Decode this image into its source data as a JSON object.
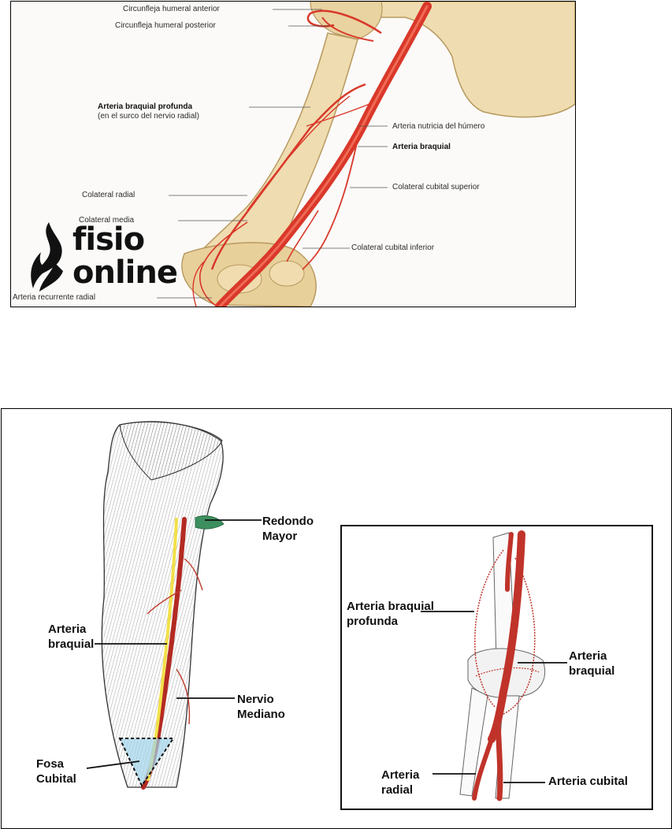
{
  "top_figure": {
    "labels": {
      "circunfleja_anterior": "Circunfleja humeral anterior",
      "circunfleja_posterior": "Circunfleja humeral posterior",
      "braquial_profunda": "Arteria braquial profunda",
      "braquial_profunda_sub": "(en el surco del nervio radial)",
      "nutricia": "Arteria nutricia del húmero",
      "braquial": "Arteria braquial",
      "colateral_radial": "Colateral radial",
      "colateral_cubital_superior": "Colateral cubital superior",
      "colateral_media": "Colateral media",
      "colateral_cubital_inferior": "Colateral cubital inferior",
      "recurrente_radial": "Arteria recurrente radial"
    },
    "logo": {
      "line1": "fisio",
      "line2": "online"
    }
  },
  "bottom_figure": {
    "labels": {
      "redondo_mayor_1": "Redondo",
      "redondo_mayor_2": "Mayor",
      "arteria_braquial_1": "Arteria",
      "arteria_braquial_2": "braquial",
      "nervio_mediano_1": "Nervio",
      "nervio_mediano_2": "Mediano",
      "fosa_cubital_1": "Fosa",
      "fosa_cubital_2": "Cubital"
    },
    "inset_labels": {
      "braquial_profunda_1": "Arteria braquial",
      "braquial_profunda_2": "profunda",
      "braquial_1": "Arteria",
      "braquial_2": "braquial",
      "radial_1": "Arteria",
      "radial_2": "radial",
      "cubital": "Arteria cubital"
    }
  },
  "colors": {
    "artery": "#d9382a",
    "bone": "#efdcb0",
    "nerve": "#f2e04a",
    "teres_major": "#3c8f5e",
    "fossa": "#9fd3ea"
  }
}
